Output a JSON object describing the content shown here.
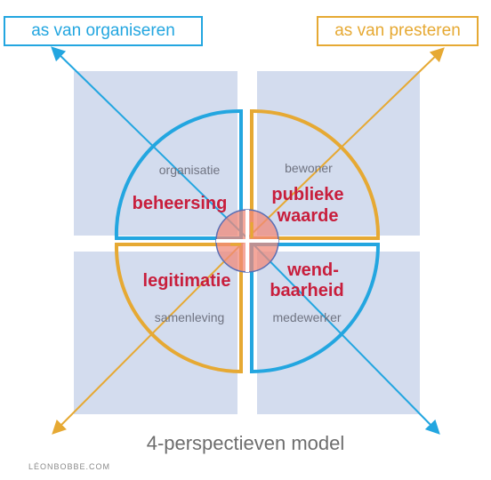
{
  "axes": {
    "organiseren": "as van organiseren",
    "presteren": "as van presteren"
  },
  "quadrants": {
    "top_left": {
      "perspective": "organisatie",
      "value": "beheersing"
    },
    "top_right": {
      "perspective": "bewoner",
      "value_line1": "publieke",
      "value_line2": "waarde"
    },
    "bottom_left": {
      "perspective": "samenleving",
      "value": "legitimatie"
    },
    "bottom_right": {
      "perspective": "medewerker",
      "value_line1": "wend-",
      "value_line2": "baarheid"
    }
  },
  "title": "4-perspectieven model",
  "credit": "LÉONBOBBE.COM",
  "colors": {
    "blue": "#23a6e0",
    "gold": "#e6a933",
    "value_red": "#c81e3c",
    "panel": "#d3dcee",
    "center_fill": "#f08a7a"
  }
}
